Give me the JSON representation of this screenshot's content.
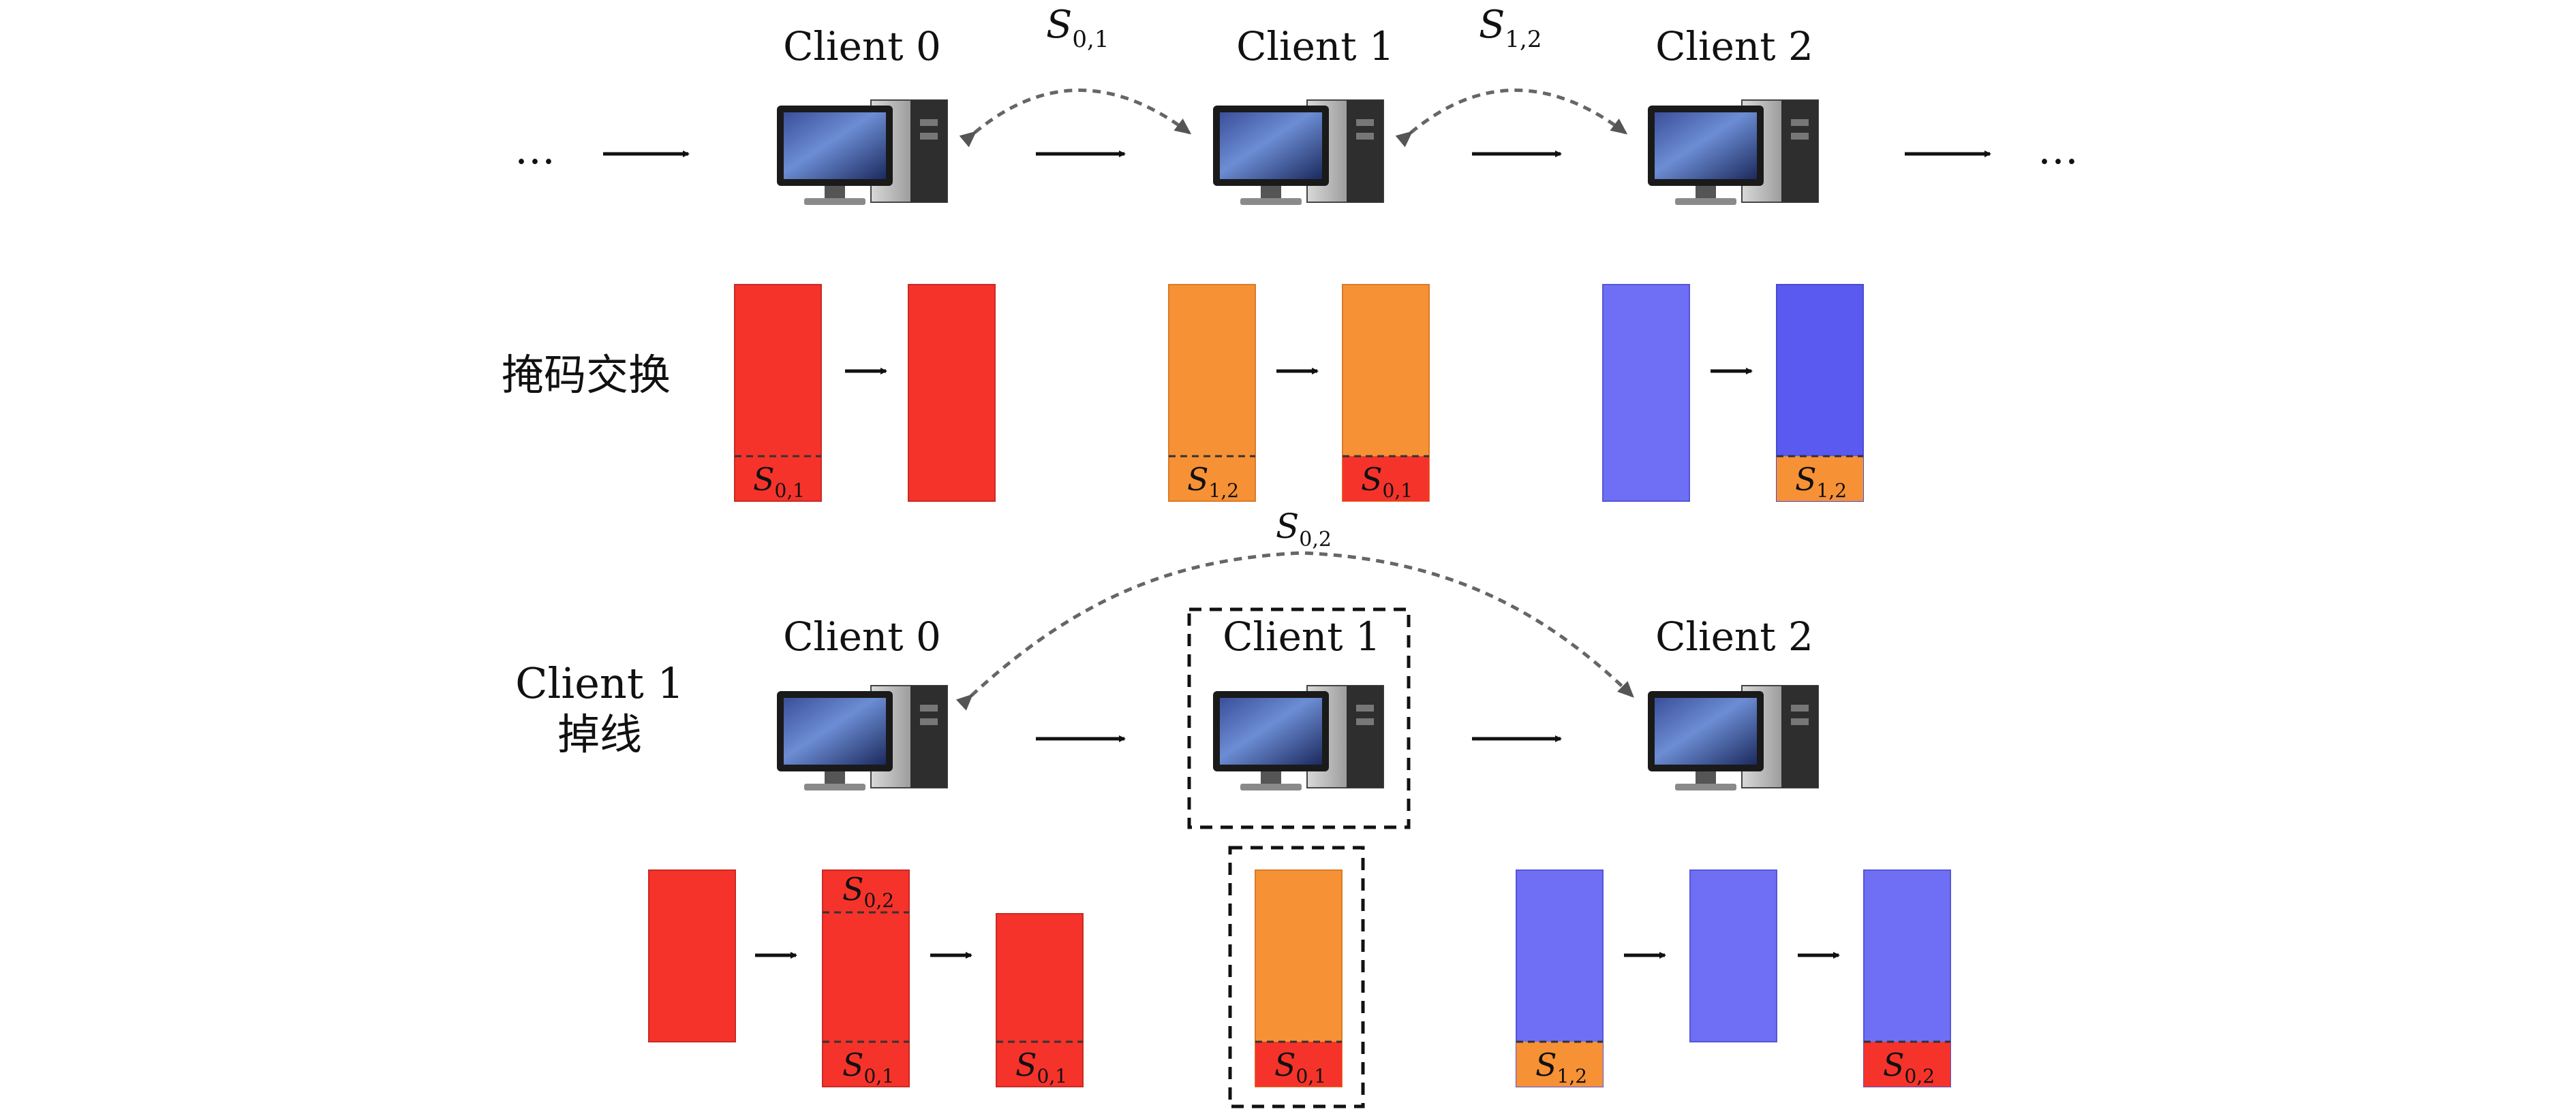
{
  "colors": {
    "red": "#f5332b",
    "orange": "#f79136",
    "blue": "#6f6ff5",
    "blue_dark": "#5a5af0",
    "arrow": "#111111",
    "dashed_curve": "#666666",
    "box": "#111111"
  },
  "ellipsis": "…",
  "top_row": {
    "clients": [
      {
        "label": "Client 0"
      },
      {
        "label": "Client 1"
      },
      {
        "label": "Client 2"
      }
    ],
    "exchanges": [
      {
        "main": "S",
        "sub": "0,1"
      },
      {
        "main": "S",
        "sub": "1,2"
      }
    ]
  },
  "mask_row": {
    "label": "掩码交换",
    "segment_labels": {
      "c0_before": {
        "main": "S",
        "sub": "0,1"
      },
      "c1_before": {
        "main": "S",
        "sub": "1,2"
      },
      "c1_after": {
        "main": "S",
        "sub": "0,1"
      },
      "c2_after": {
        "main": "S",
        "sub": "1,2"
      }
    }
  },
  "bottom_row": {
    "label_line1": "Client 1",
    "label_line2": "掉线",
    "clients": [
      {
        "label": "Client 0"
      },
      {
        "label": "Client 1"
      },
      {
        "label": "Client 2"
      }
    ],
    "exchange": {
      "main": "S",
      "sub": "0,2"
    }
  },
  "dropout_row": {
    "segment_labels": {
      "c0_mid_top": {
        "main": "S",
        "sub": "0,2"
      },
      "c0_mid_bottom": {
        "main": "S",
        "sub": "0,1"
      },
      "c0_after_bottom": {
        "main": "S",
        "sub": "0,1"
      },
      "c1_bottom": {
        "main": "S",
        "sub": "0,1"
      },
      "c2_before_bottom": {
        "main": "S",
        "sub": "1,2"
      },
      "c2_after_bottom": {
        "main": "S",
        "sub": "0,2"
      }
    }
  }
}
